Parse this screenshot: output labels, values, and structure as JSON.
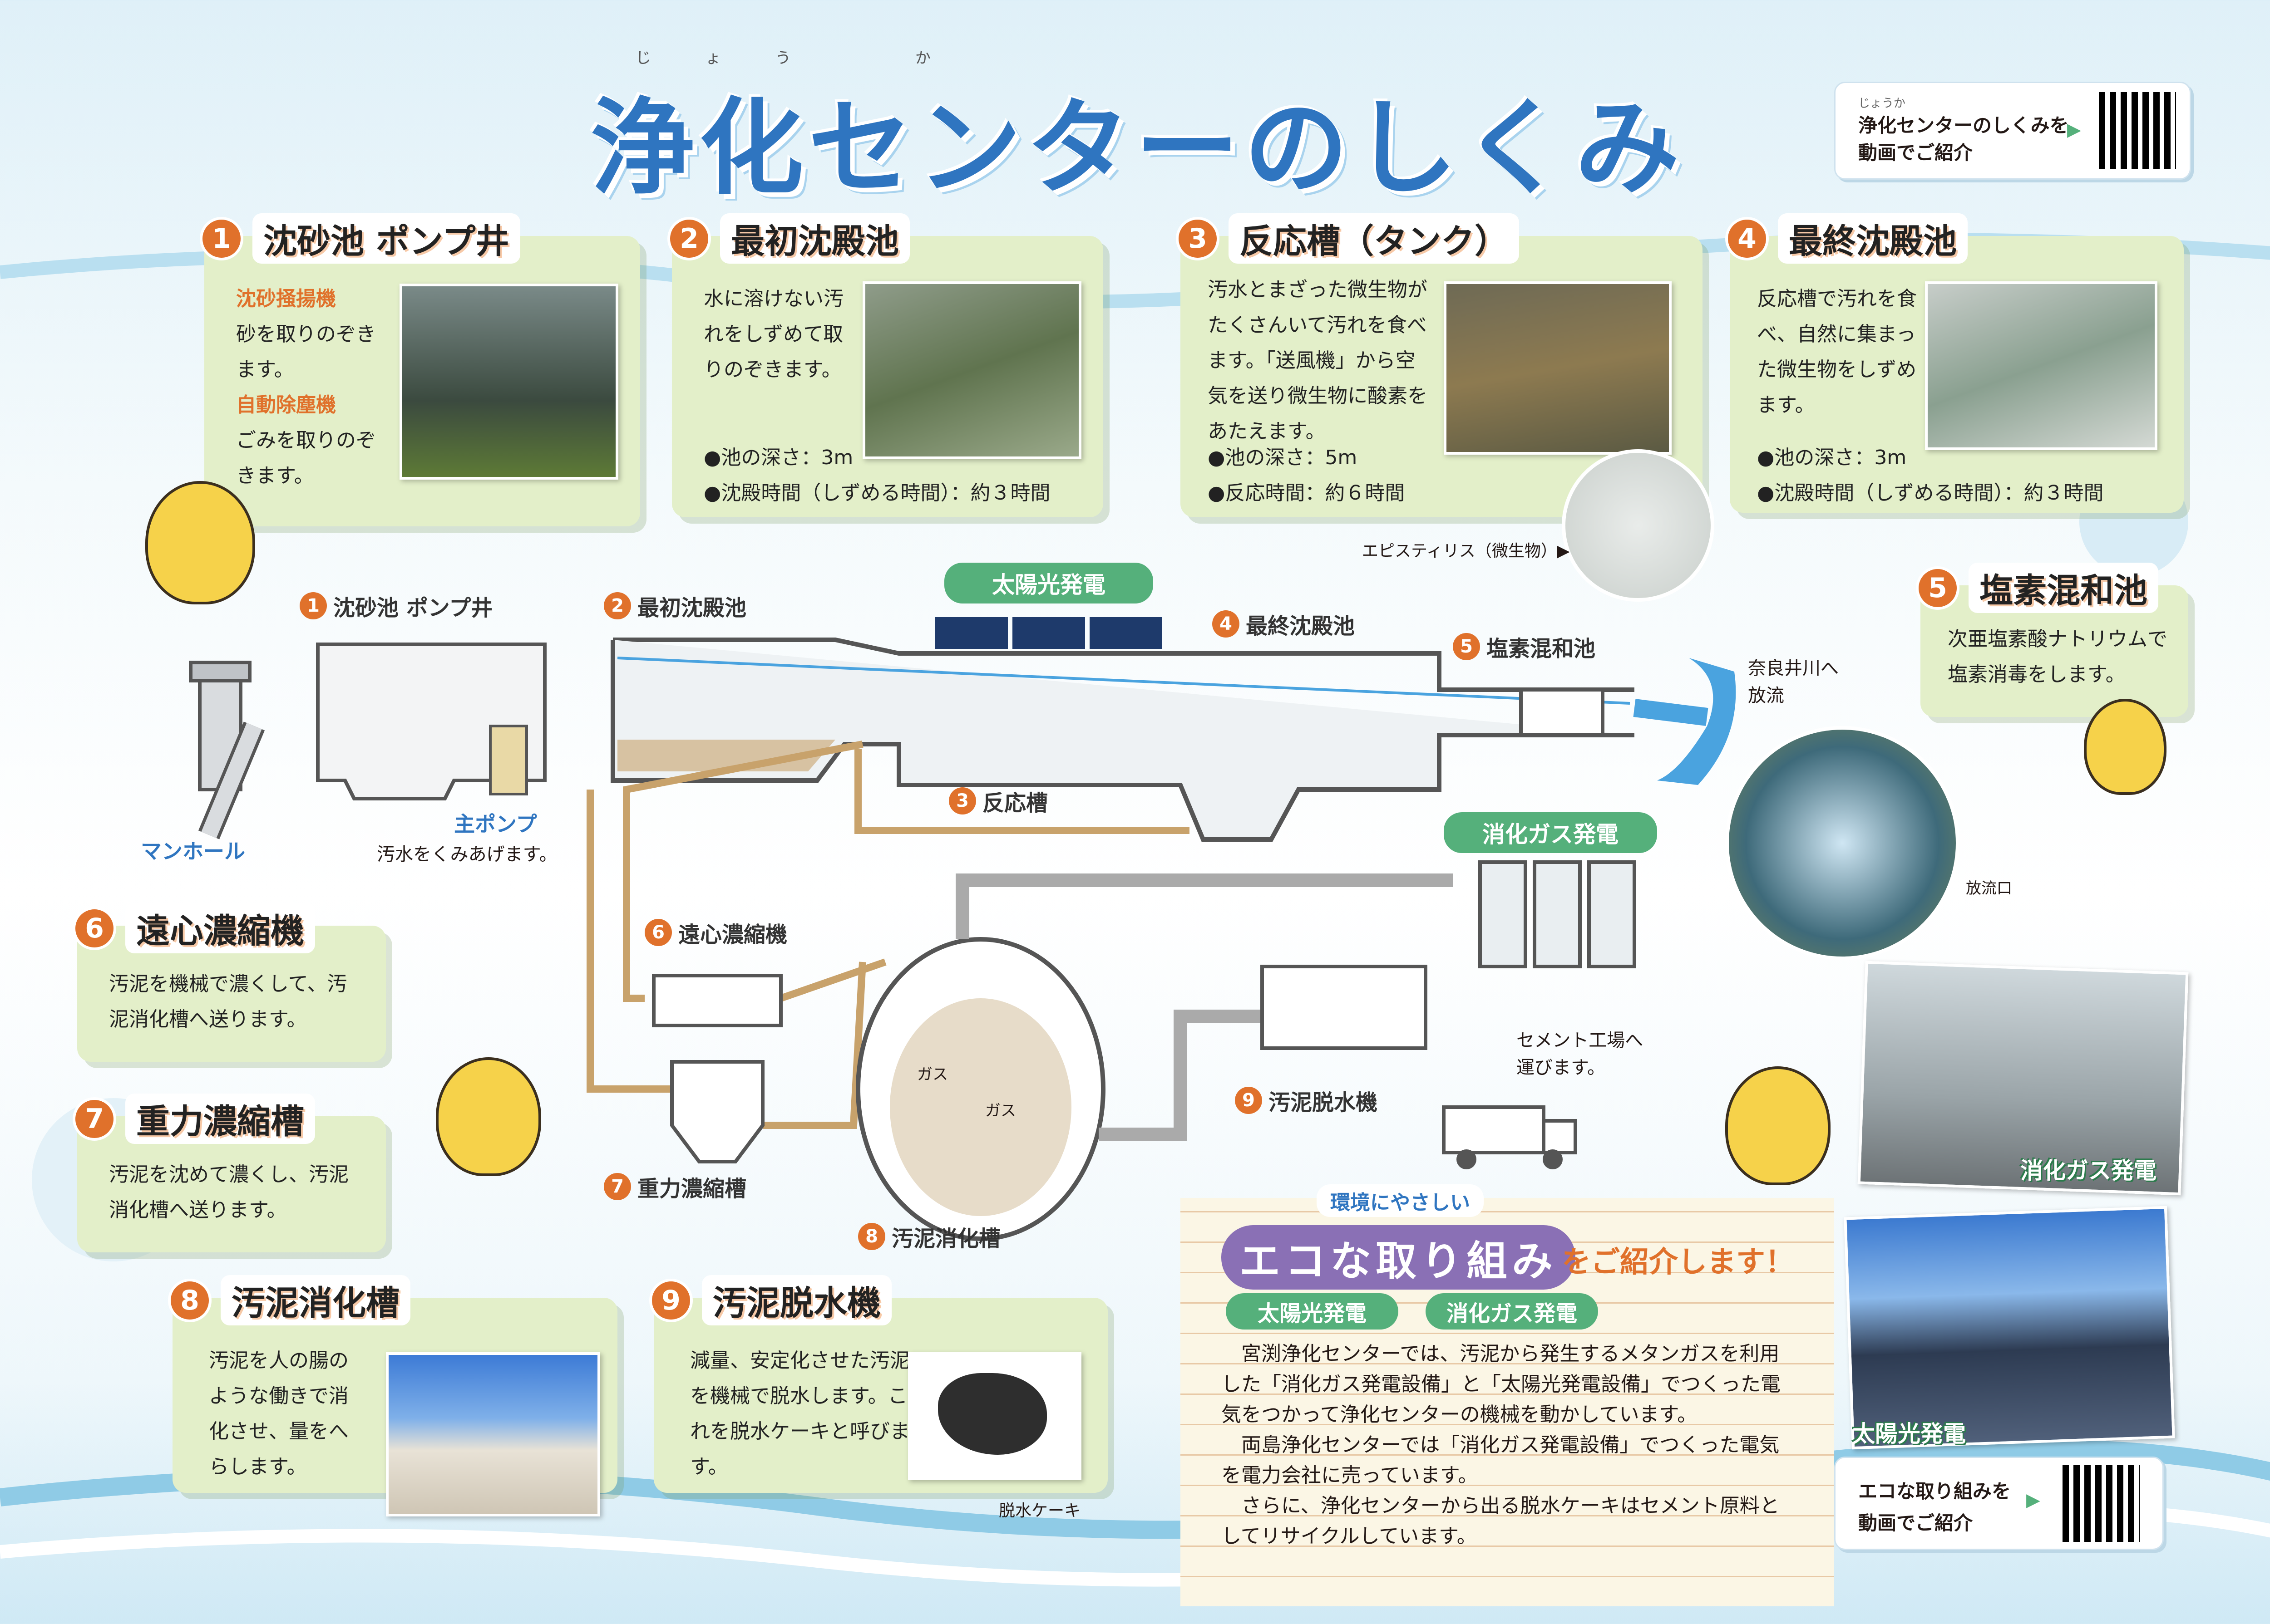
{
  "title": "浄化センターのしくみ",
  "title_ruby": [
    "じょう",
    "か"
  ],
  "qr_top": {
    "line1": "浄化センターのしくみを",
    "line2": "動画でご紹介",
    "ruby": "じょうか"
  },
  "qr_bottom": {
    "line1": "エコな取り組みを",
    "line2": "動画でご紹介"
  },
  "cards": {
    "c1": {
      "num": "1",
      "title": "沈砂池 ポンプ井",
      "h1": "沈砂掻揚機",
      "t1": "砂を取りのぞきます。",
      "h2": "自動除塵機",
      "t2": "ごみを取りのぞきます。"
    },
    "c2": {
      "num": "2",
      "title": "最初沈殿池",
      "text": "水に溶けない汚れをしずめて取りのぞきます。",
      "b1": "●池の深さ：3m",
      "b2": "●沈殿時間（しずめる時間）：約３時間"
    },
    "c3": {
      "num": "3",
      "title": "反応槽（タンク）",
      "text": "汚水とまざった微生物がたくさんいて汚れを食べます。「送風機」から空気を送り微生物に酸素をあたえます。",
      "b1": "●池の深さ：5m",
      "b2": "●反応時間：約６時間",
      "caption": "エピスティリス（微生物）▶"
    },
    "c4": {
      "num": "4",
      "title": "最終沈殿池",
      "text": "反応槽で汚れを食べ、自然に集まった微生物をしずめます。",
      "b1": "●池の深さ：3m",
      "b2": "●沈殿時間（しずめる時間）：約３時間"
    },
    "c5": {
      "num": "5",
      "title": "塩素混和池",
      "text": "次亜塩素酸ナトリウムで塩素消毒をします。"
    },
    "c6": {
      "num": "6",
      "title": "遠心濃縮機",
      "text": "汚泥を機械で濃くして、汚泥消化槽へ送ります。"
    },
    "c7": {
      "num": "7",
      "title": "重力濃縮槽",
      "text": "汚泥を沈めて濃くし、汚泥消化槽へ送ります。"
    },
    "c8": {
      "num": "8",
      "title": "汚泥消化槽",
      "text": "汚泥を人の腸のような働きで消化させ、量をへらします。"
    },
    "c9": {
      "num": "9",
      "title": "汚泥脱水機",
      "text": "減量、安定化させた汚泥を機械で脱水します。これを脱水ケーキと呼びます。",
      "caption": "脱水ケーキ"
    }
  },
  "diagram": {
    "l1": "沈砂池 ポンプ井",
    "l2": "最初沈殿池",
    "l3": "反応槽",
    "l4": "最終沈殿池",
    "l5": "塩素混和池",
    "l6": "遠心濃縮機",
    "l7": "重力濃縮槽",
    "l8": "汚泥消化槽",
    "l9": "汚泥脱水機",
    "solar": "太陽光発電",
    "gas_power": "消化ガス発電",
    "manhole": "マンホール",
    "main_pump": "主ポンプ",
    "pump_note": "汚水をくみあげます。",
    "river": "奈良井川へ",
    "release": "放流",
    "outlet": "放流口",
    "cement": "セメント工場へ",
    "cement2": "運びます。",
    "gas1": "ガス",
    "gas2": "ガス"
  },
  "photo_labels": {
    "gas": "消化ガス発電",
    "solar": "太陽光発電"
  },
  "eco": {
    "ruby": "環境にやさしい",
    "heading": "エコな取り組み",
    "heading2": "をご紹介します！",
    "tag1": "太陽光発電",
    "tag2": "消化ガス発電",
    "p1": "　宮渕浄化センターでは、汚泥から発生するメタンガスを利用した「消化ガス発電設備」と「太陽光発電設備」でつくった電気をつかって浄化センターの機械を動かしています。",
    "p2": "　両島浄化センターでは「消化ガス発電設備」でつくった電気を電力会社に売っています。",
    "p3": "　さらに、浄化センターから出る脱水ケーキはセメント原料としてリサイクルしています。"
  },
  "colors": {
    "accent": "#e0712b",
    "title": "#2f75c0",
    "card": "#e3efc9",
    "green": "#55b07b",
    "pipe": "#c8a26b"
  }
}
